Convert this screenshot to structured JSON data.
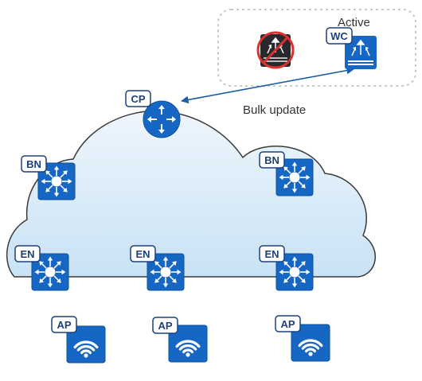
{
  "colors": {
    "device_blue": "#1667c4",
    "device_dark": "#27292d",
    "badge_border": "#1f3f7a",
    "cloud_fill_top": "#eef6fd",
    "cloud_fill_bottom": "#c9e2f5",
    "cloud_stroke": "#3a3a3a",
    "link": "#1b5da6",
    "strike": "#d93030",
    "dashed_box": "#c8c8c8"
  },
  "text": {
    "active": "Active",
    "bulk_update": "Bulk update"
  },
  "nodes": {
    "wlc_failed": {
      "label": "",
      "icon": "wireless-controller-icon",
      "state": "failed"
    },
    "wlc_active": {
      "label": "WC",
      "icon": "wireless-controller-icon"
    },
    "control_plane": {
      "label": "CP",
      "icon": "router-icon"
    },
    "border_left": {
      "label": "BN",
      "icon": "multilayer-switch-icon"
    },
    "border_right": {
      "label": "BN",
      "icon": "multilayer-switch-icon"
    },
    "edge_left": {
      "label": "EN",
      "icon": "multilayer-switch-icon"
    },
    "edge_center": {
      "label": "EN",
      "icon": "multilayer-switch-icon"
    },
    "edge_right": {
      "label": "EN",
      "icon": "multilayer-switch-icon"
    },
    "ap_left": {
      "label": "AP",
      "icon": "wifi-access-point-icon"
    },
    "ap_center": {
      "label": "AP",
      "icon": "wifi-access-point-icon"
    },
    "ap_right": {
      "label": "AP",
      "icon": "wifi-access-point-icon"
    }
  }
}
